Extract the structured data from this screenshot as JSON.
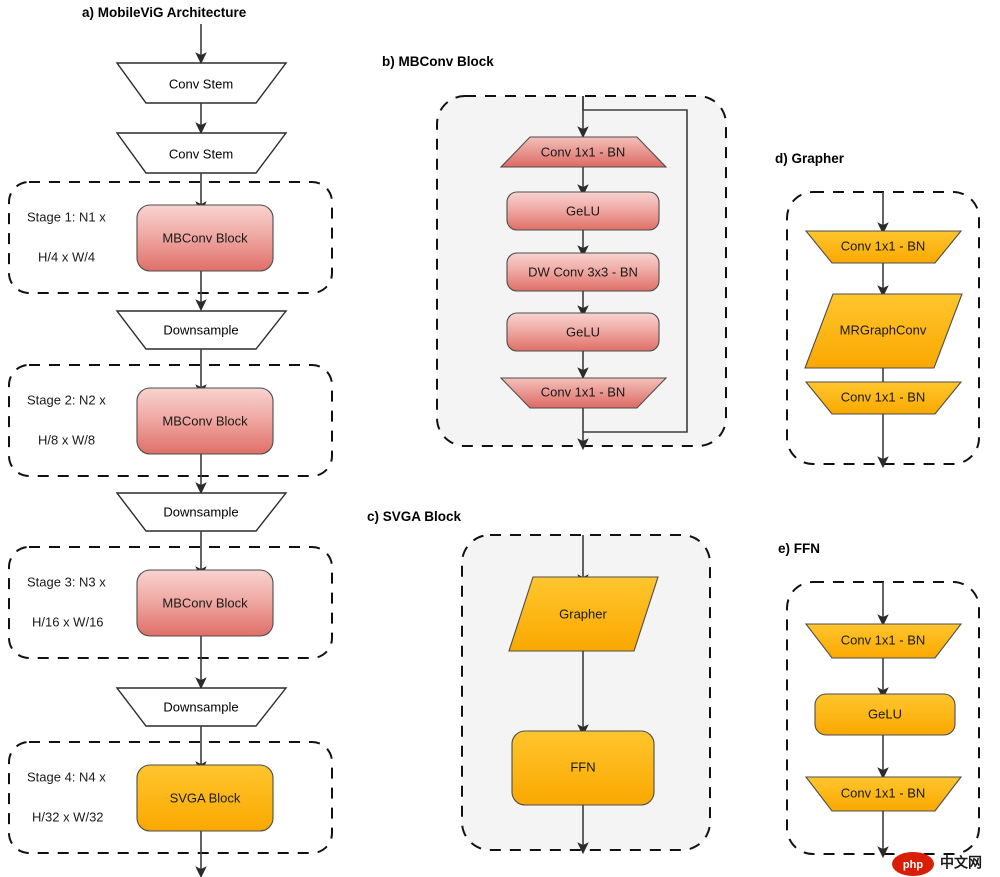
{
  "figure": {
    "title_a": "a) MobileViG Architecture",
    "title_b": "b) MBConv Block",
    "title_c": "c) SVGA Block",
    "title_d": "d) Grapher",
    "title_e": "e) FFN"
  },
  "colors": {
    "pink_top": "#F6C8C4",
    "pink_bottom": "#E2736B",
    "orange_top": "#FFC429",
    "orange_bottom": "#FBA900",
    "white": "#FFFFFF",
    "dashed_stroke": "#111111",
    "panel_fill": "#F4F4F4",
    "arrow": "#3D3D3D",
    "watermark_red": "#D81E06"
  },
  "panel_a": {
    "nodes": [
      {
        "id": "conv-stem-1",
        "label": "Conv Stem",
        "shape": "inverted-trapezoid",
        "fill": "white"
      },
      {
        "id": "conv-stem-2",
        "label": "Conv Stem",
        "shape": "inverted-trapezoid",
        "fill": "white"
      },
      {
        "id": "stage1-block",
        "label": "MBConv Block",
        "shape": "rounded-rect",
        "fill": "pink"
      },
      {
        "id": "downsample-1",
        "label": "Downsample",
        "shape": "inverted-trapezoid",
        "fill": "white"
      },
      {
        "id": "stage2-block",
        "label": "MBConv Block",
        "shape": "rounded-rect",
        "fill": "pink"
      },
      {
        "id": "downsample-2",
        "label": "Downsample",
        "shape": "inverted-trapezoid",
        "fill": "white"
      },
      {
        "id": "stage3-block",
        "label": "MBConv Block",
        "shape": "rounded-rect",
        "fill": "pink"
      },
      {
        "id": "downsample-3",
        "label": "Downsample",
        "shape": "inverted-trapezoid",
        "fill": "white"
      },
      {
        "id": "stage4-block",
        "label": "SVGA Block",
        "shape": "rounded-rect",
        "fill": "orange"
      }
    ],
    "stages": [
      {
        "id": "stage-1",
        "repeat": "Stage 1: N1 x",
        "resolution": "H/4 x W/4"
      },
      {
        "id": "stage-2",
        "repeat": "Stage 2: N2 x",
        "resolution": "H/8 x W/8"
      },
      {
        "id": "stage-3",
        "repeat": "Stage 3: N3 x",
        "resolution": "H/16 x W/16"
      },
      {
        "id": "stage-4",
        "repeat": "Stage 4: N4 x",
        "resolution": "H/32 x W/32"
      }
    ]
  },
  "panel_b": {
    "nodes": [
      {
        "id": "b-conv1",
        "label": "Conv 1x1 - BN",
        "shape": "trapezoid-expand",
        "fill": "pink"
      },
      {
        "id": "b-gelu1",
        "label": "GeLU",
        "shape": "rounded-rect",
        "fill": "pink"
      },
      {
        "id": "b-dwconv",
        "label": "DW Conv 3x3 - BN",
        "shape": "rounded-rect",
        "fill": "pink"
      },
      {
        "id": "b-gelu2",
        "label": "GeLU",
        "shape": "rounded-rect",
        "fill": "pink"
      },
      {
        "id": "b-conv2",
        "label": "Conv 1x1 - BN",
        "shape": "inverted-trapezoid",
        "fill": "pink"
      }
    ],
    "has_residual_connection": true
  },
  "panel_c": {
    "nodes": [
      {
        "id": "c-grapher",
        "label": "Grapher",
        "shape": "parallelogram",
        "fill": "orange"
      },
      {
        "id": "c-ffn",
        "label": "FFN",
        "shape": "rounded-rect",
        "fill": "orange"
      }
    ]
  },
  "panel_d": {
    "nodes": [
      {
        "id": "d-conv1",
        "label": "Conv 1x1 - BN",
        "shape": "inverted-trapezoid",
        "fill": "orange"
      },
      {
        "id": "d-mrgraphconv",
        "label": "MRGraphConv",
        "shape": "parallelogram",
        "fill": "orange"
      },
      {
        "id": "d-conv2",
        "label": "Conv 1x1 - BN",
        "shape": "inverted-trapezoid",
        "fill": "orange"
      }
    ]
  },
  "panel_e": {
    "nodes": [
      {
        "id": "e-conv1",
        "label": "Conv 1x1 - BN",
        "shape": "inverted-trapezoid",
        "fill": "orange"
      },
      {
        "id": "e-gelu",
        "label": "GeLU",
        "shape": "rounded-rect",
        "fill": "orange"
      },
      {
        "id": "e-conv2",
        "label": "Conv 1x1 - BN",
        "shape": "inverted-trapezoid",
        "fill": "orange"
      }
    ]
  },
  "watermark": {
    "badge": "php",
    "text": "中文网"
  }
}
